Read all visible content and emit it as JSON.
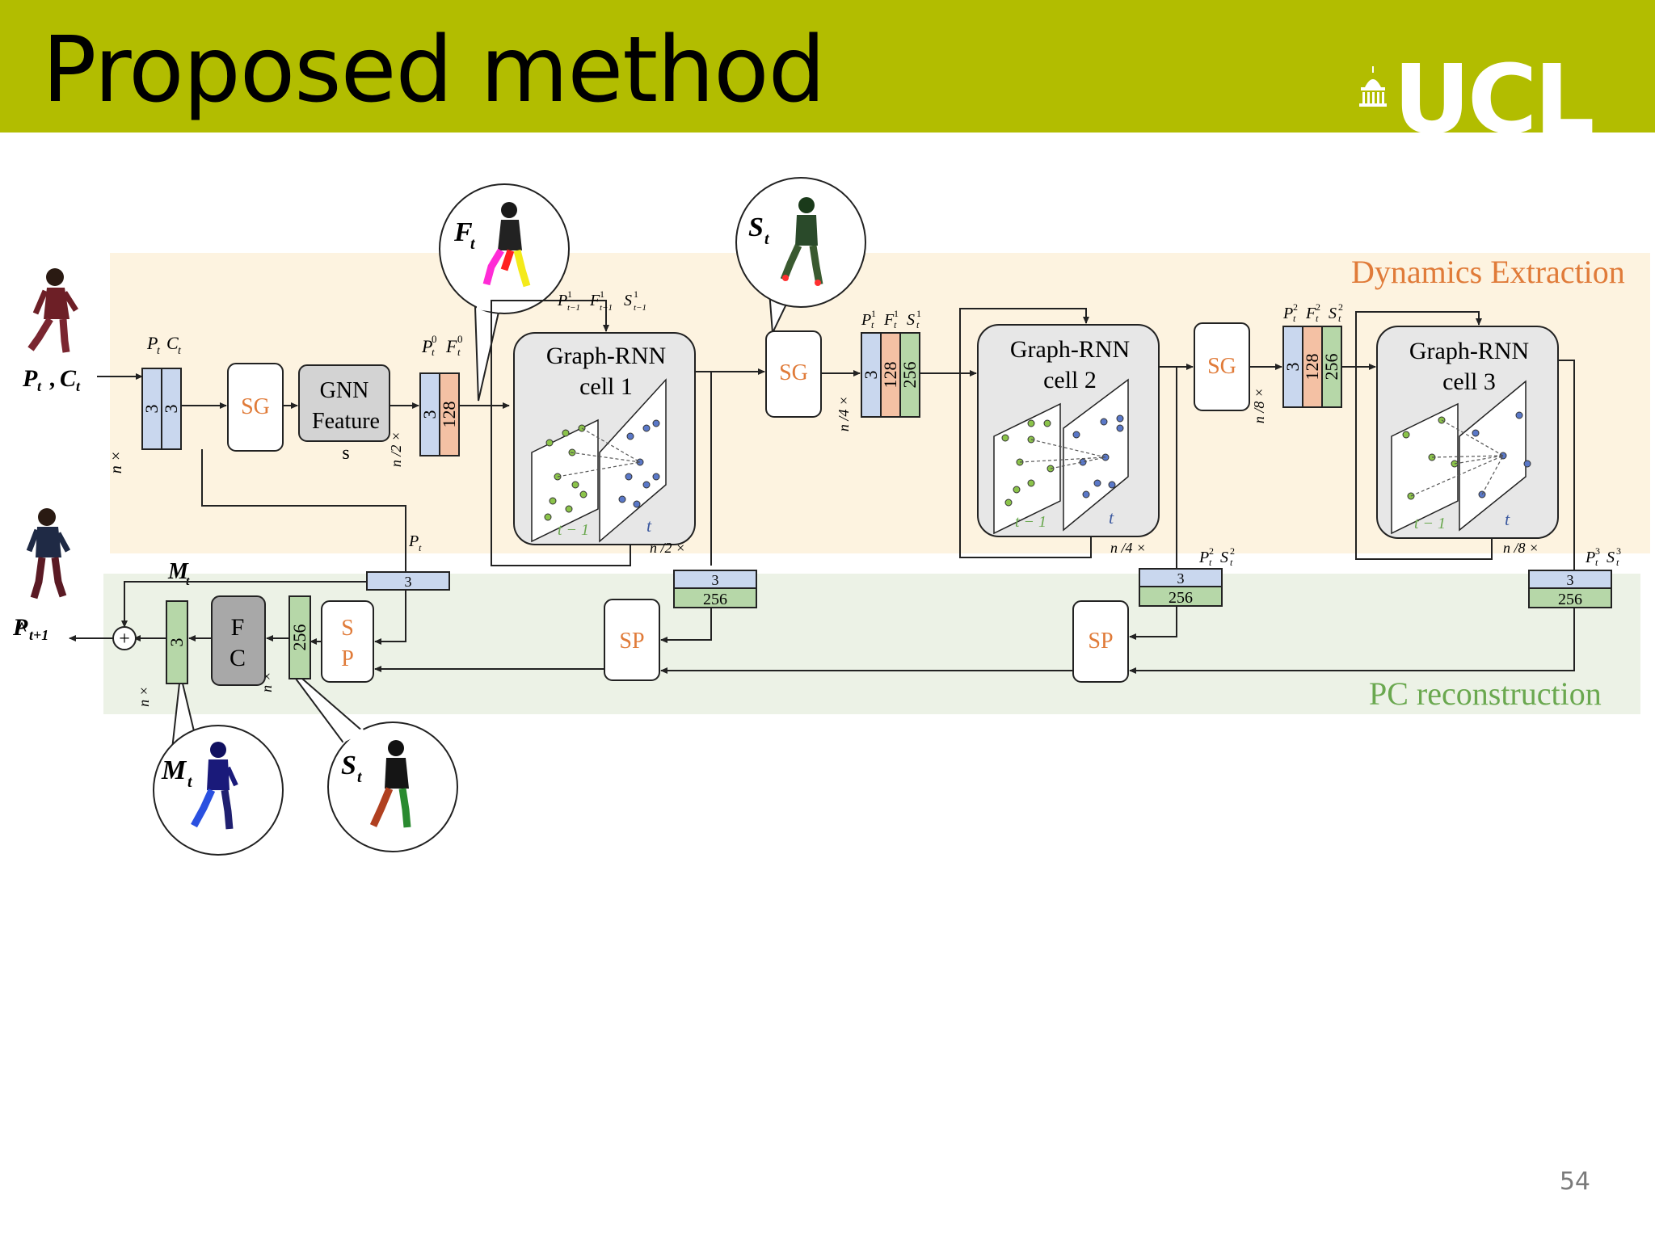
{
  "slide": {
    "title": "Proposed method",
    "logo_text": "UCL",
    "page_number": "54"
  },
  "colors": {
    "header_bg": "#b2bd00",
    "dynamics_bg": "#fdf3e0",
    "recon_bg": "#ecf2e6",
    "orange": "#e07b39",
    "green_text": "#6aa84f",
    "blue_block": "#c9d7ee",
    "peach_block": "#f4c1a4",
    "green_block": "#b6d7a8"
  },
  "regions": {
    "dynamics": "Dynamics Extraction",
    "reconstruction": "PC reconstruction"
  },
  "labels": {
    "input": "P",
    "input_sub": "t",
    "input2": "C",
    "output": "P",
    "output_sub": "t+1",
    "pc_top": "P",
    "pc_top2": "C",
    "n_x": "n ×",
    "n2_x": "n /2 ×",
    "n4_x": "n /4 ×",
    "n8_x": "n /8 ×",
    "three": "3",
    "c128": "128",
    "c256": "256",
    "sg": "SG",
    "sp": "SP",
    "s": "S",
    "p": "P",
    "gnn_line1": "GNN",
    "gnn_line2": "Feature",
    "gnn_line3": "s",
    "fc_f": "F",
    "fc_c": "C",
    "cell_title": "Graph-RNN",
    "cell1": "cell 1",
    "cell2": "cell 2",
    "cell3": "cell 3",
    "t_minus": "t − 1",
    "t": "t",
    "bubble_f": "F",
    "bubble_s": "S",
    "bubble_m": "M",
    "sub_t": "t",
    "f_lbl": "F",
    "s_lbl": "S",
    "m_lbl": "M",
    "sup0": "0",
    "sup1": "1",
    "sup2": "2",
    "sup3": "3",
    "sub_tm1": "t−1",
    "plus": "+"
  }
}
